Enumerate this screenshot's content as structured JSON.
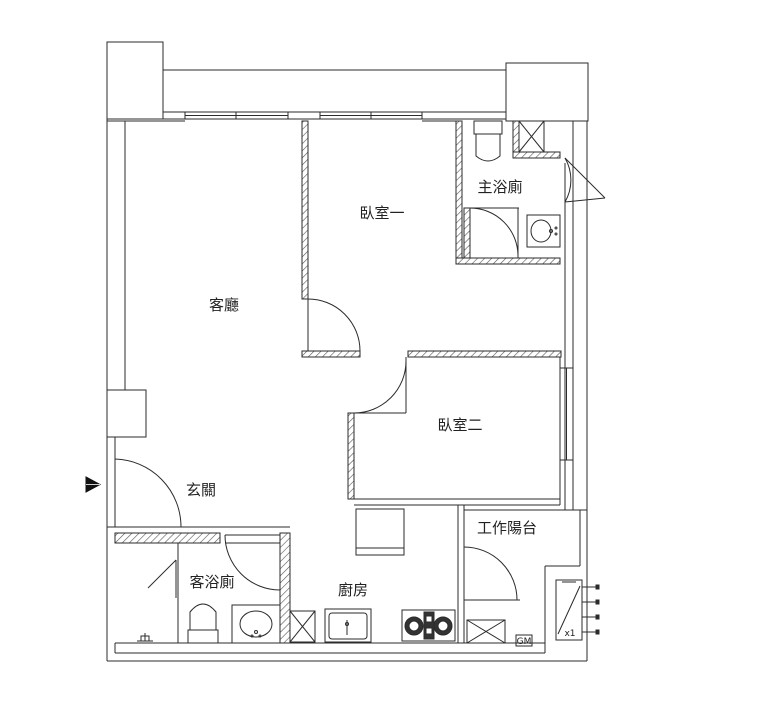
{
  "rooms": {
    "bedroom1": "臥室一",
    "master_bath": "主浴廁",
    "living_room": "客廳",
    "bedroom2": "臥室二",
    "entrance": "玄關",
    "service_balcony": "工作陽台",
    "guest_bath": "客浴廁",
    "kitchen": "廚房"
  },
  "fixtures": {
    "gas_meter": "GM",
    "water_heater_count": "x1"
  },
  "colors": {
    "line": "#2b2b2b",
    "hatch": "#555555",
    "background": "#ffffff"
  }
}
